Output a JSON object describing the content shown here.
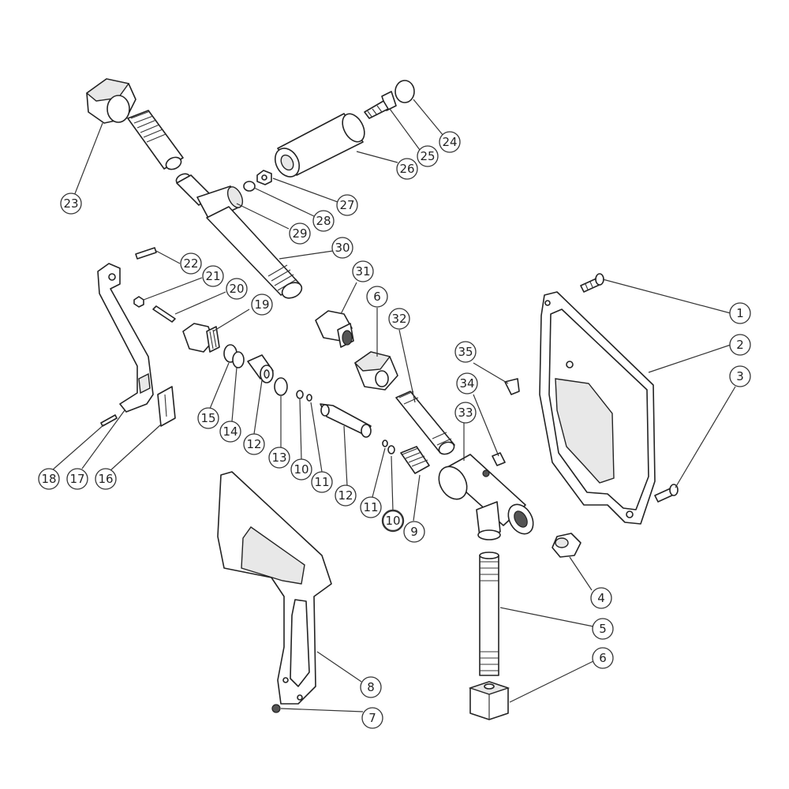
{
  "callouts": [
    {
      "id": "c1",
      "label": "1"
    },
    {
      "id": "c2",
      "label": "2"
    },
    {
      "id": "c3",
      "label": "3"
    },
    {
      "id": "c4",
      "label": "4"
    },
    {
      "id": "c5",
      "label": "5"
    },
    {
      "id": "c6a",
      "label": "6"
    },
    {
      "id": "c6b",
      "label": "6"
    },
    {
      "id": "c7",
      "label": "7"
    },
    {
      "id": "c8",
      "label": "8"
    },
    {
      "id": "c9",
      "label": "9"
    },
    {
      "id": "c10a",
      "label": "10"
    },
    {
      "id": "c10b",
      "label": "10"
    },
    {
      "id": "c11a",
      "label": "11"
    },
    {
      "id": "c11b",
      "label": "11"
    },
    {
      "id": "c12a",
      "label": "12"
    },
    {
      "id": "c12b",
      "label": "12"
    },
    {
      "id": "c13",
      "label": "13"
    },
    {
      "id": "c14",
      "label": "14"
    },
    {
      "id": "c15",
      "label": "15"
    },
    {
      "id": "c16",
      "label": "16"
    },
    {
      "id": "c17",
      "label": "17"
    },
    {
      "id": "c18",
      "label": "18"
    },
    {
      "id": "c19",
      "label": "19"
    },
    {
      "id": "c20",
      "label": "20"
    },
    {
      "id": "c21",
      "label": "21"
    },
    {
      "id": "c22",
      "label": "22"
    },
    {
      "id": "c23",
      "label": "23"
    },
    {
      "id": "c24",
      "label": "24"
    },
    {
      "id": "c25",
      "label": "25"
    },
    {
      "id": "c26",
      "label": "26"
    },
    {
      "id": "c27",
      "label": "27"
    },
    {
      "id": "c28",
      "label": "28"
    },
    {
      "id": "c29",
      "label": "29"
    },
    {
      "id": "c30",
      "label": "30"
    },
    {
      "id": "c31",
      "label": "31"
    },
    {
      "id": "c32",
      "label": "32"
    },
    {
      "id": "c33",
      "label": "33"
    },
    {
      "id": "c34",
      "label": "34"
    },
    {
      "id": "c35",
      "label": "35"
    }
  ]
}
